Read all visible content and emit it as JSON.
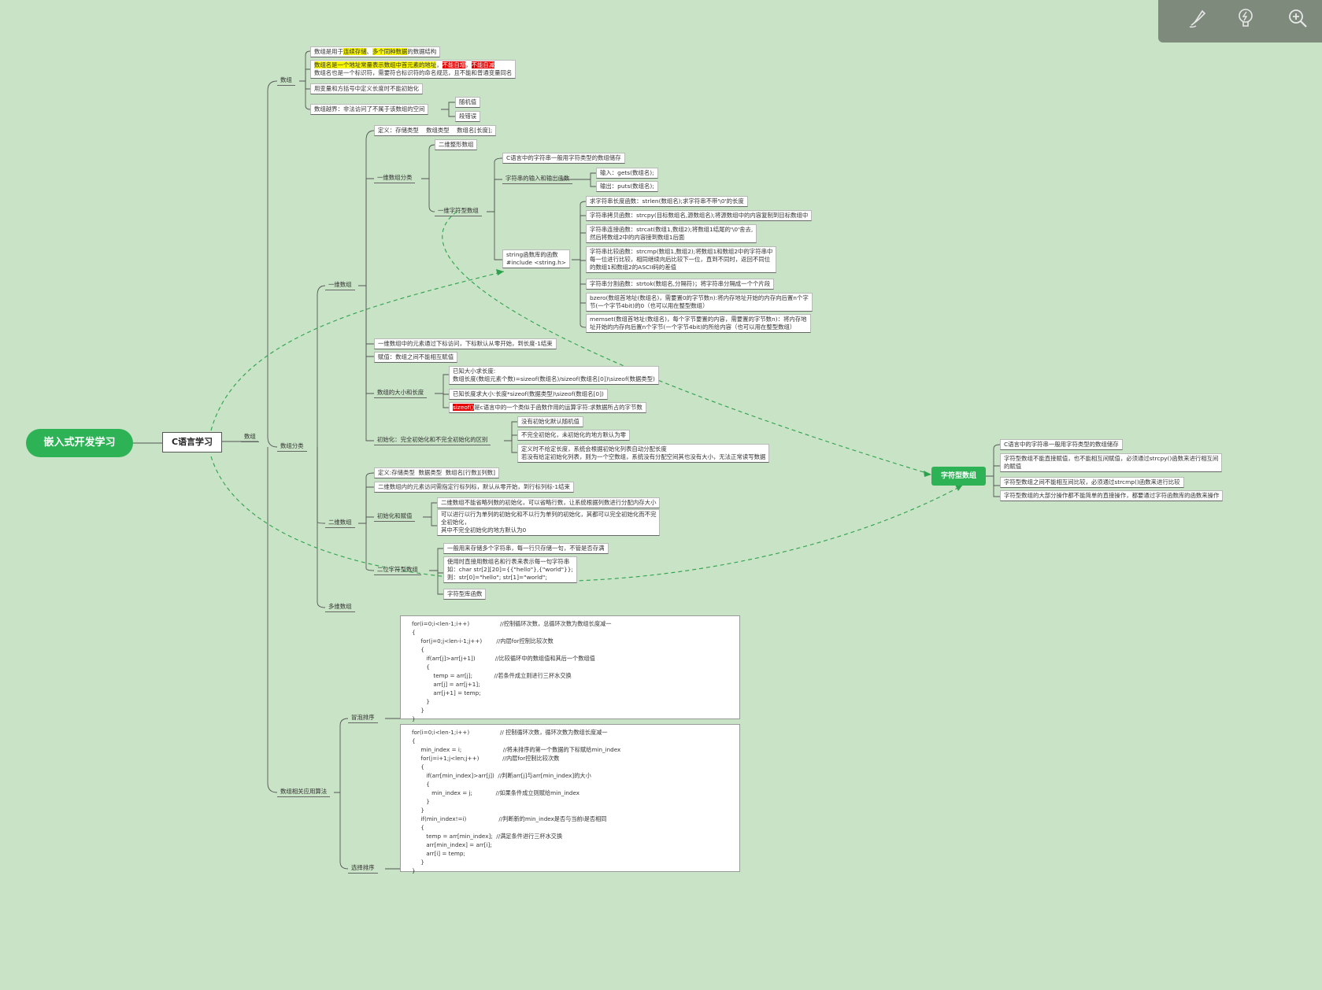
{
  "toolbar": {
    "icons": [
      "brush-icon",
      "lightbulb-icon",
      "zoom-in-icon"
    ]
  },
  "root": {
    "label": "嵌入式开发学习"
  },
  "main_topic": {
    "label": "C语言学习"
  },
  "array_branch": "数组",
  "sec1": {
    "label": "数组",
    "items": {
      "def_pre": "数组是用于",
      "def_h1": "连续存储",
      "def_mid": "、",
      "def_h2": "多个同种数据",
      "def_post": "的数据结构",
      "name_h": "数组名是一个地址常量表示数组中首元素的地址",
      "name_r1": "不能自增",
      "name_r2": "不能自减",
      "name_line2": "数组名也是一个标识符，需要符合标识符的命名规范，且不能和普通变量同名",
      "square": "用变量和方括号中定义长度时不能初始化",
      "oob": "数组越界：非法访问了不属于该数组的空间",
      "oob_1": "随机值",
      "oob_2": "段错误"
    }
  },
  "sec2": {
    "label": "数组分类",
    "one_d": {
      "label": "一维数组",
      "def": "定义：存储类型    数组类型    数组名[长度];",
      "classify": "一维数组分类",
      "int_arr": "二维整形数组",
      "char_arr": "一维字符型数组",
      "c_string": "C语言中的字符串一般用字符类型的数组储存",
      "io": "字符串的输入和输出函数",
      "in": "输入：gets(数组名);",
      "out": "输出：puts(数组名);",
      "strlib": "string函数库的函数\n#include <string.h>",
      "strlen": "求字符串长度函数：strlen(数组名);求字符串不带'\\0'的长度",
      "strcpy": "字符串拷贝函数：strcpy(目标数组名,源数组名);将源数组中的内容复制到目标数组中",
      "strcat": "字符串连接函数：strcat(数组1,数组2);将数组1结尾的'\\0'舍去,\n然后将数组2中的内容接到数组1后面",
      "strcmp": "字符串比较函数：strcmp(数组1,数组2);将数组1和数组2中的字符串中\n每一位进行比较，相同继续向后比较下一位，直到不同时，返回不同位\n的数组1和数组2的ASCII码的差值",
      "strtok": "字符串分割函数：strtok(数组名,分隔符)；将字符串分隔成一个个片段",
      "bzero": "bzero(数组首地址(数组名)，需要置0的字节数n):将内存地址开始的内存向后置n个字\n节(一个字节4bit)的0（也可以用在整型数组）",
      "memset": "memset(数组首地址(数组名)，每个字节要置的内容，需要置的字节数n)：将内存地\n址开始的内存向后置n个字节(一个字节4bit)的所给内容（也可以用在整型数组）",
      "index": "一维数组中的元素通过下标访问，下标默认从零开始，到长度-1结束",
      "assign": "赋值：数组之间不能相互赋值",
      "size": "数组的大小和长度",
      "size_1": "已知大小求长度:\n数组长度(数组元素个数)=sizeof(数组名)/sizeof(数组名[0])\\sizeof(数据类型)",
      "size_2": "已知长度求大小:长度*sizeof(数据类型)\\sizeof(数组名[0])",
      "sizeof_r": "sizeof()",
      "sizeof_rest": "是c语言中的一个类似于函数作用的运算字符:求数据所占的字节数",
      "init": "初始化：完全初始化和不完全初始化的区别",
      "init_1": "没有初始化默认随机值",
      "init_2": "不完全初始化，未初始化的地方默认为零",
      "init_3": "定义时不给定长度，系统会根据初始化列表自动分配长度\n若没有给定初始化列表，则为一个空数组，系统没有分配空间其也没有大小，无法正常读写数据"
    },
    "two_d": {
      "label": "二维数组",
      "def": "定义:存储类型  数据类型  数组名[行数][列数]",
      "index": "二维数组内的元素访问需指定行标列标，默认从零开始，到行标列标-1结束",
      "init": "初始化和赋值",
      "init_1": "二维数组不能省略列数的初始化，可以省略行数，让系统根据列数进行分配内存大小",
      "init_2": "可以进行以行为单列的初始化和不以行为单列的初始化，其都可以完全初始化而不完\n全初始化，\n其中不完全初始化的地方默认为0",
      "char2": "二位字符型数组",
      "char2_1": "一般用来存储多个字符串，每一行只存储一句，不管是否存满",
      "char2_2": "使用时直接用数组名和行表来表示每一句字符串\n如：char str[2][20]={{\"hello\"},{\"world\"}};\n则：str[0]=\"hello\"; str[1]=\"world\";",
      "char2_3": "字符型库函数"
    },
    "multi": "多维数组"
  },
  "sec3": {
    "label": "数组相关应用算法",
    "bubble": "冒泡排序",
    "select": "选择排序",
    "bubble_code": "for(i=0;i<len-1;i++)                 //控制循环次数，总循环次数为数组长度减一\n{\n     for(j=0;j<len-i-1;j++)        //内层for控制比较次数\n     {\n        if(arr[j]>arr[j+1])           //比较循环中的数组值和其后一个数组值\n        {\n            temp = arr[j];            //若条件成立则进行三杯水交换\n            arr[j] = arr[j+1];\n            arr[j+1] = temp;\n        }\n     }\n}",
    "select_code": "for(i=0;i<len-1;i++)                 // 控制循环次数，循环次数为数组长度减一\n{\n     min_index = i;                       //将未排序的第一个数据的下标赋给min_index\n     for(j=i+1;j<len;j++)             //内层for控制比较次数\n     {\n        if(arr[min_index]>arr[j])  //判断arr[j]与arr[min_index]的大小\n        {\n           min_index = j;             //如果条件成立则赋给min_index\n        }\n     }\n     if(min_index!=i)                  //判断新的min_index是否与当前i是否相同\n     {\n        temp = arr[min_index];  //满足条件进行三杯水交换\n        arr[min_index] = arr[i];\n        arr[i] = temp;\n     }\n}"
  },
  "floating": {
    "label": "字符型数组",
    "items": {
      "a": "C语言中的字符串一般用字符类型的数组储存",
      "b": "字符型数组不能直接赋值，也不能相互间赋值，必须通过strcpy()函数来进行相互间\n的赋值",
      "c": "字符型数组之间不能相互间比较，必须通过strcmp()函数来进行比较",
      "d": "字符型数组的大部分操作都不能简单的直接操作，都要通过字符函数库的函数来操作"
    }
  },
  "colors": {
    "background": "#c8e3c5",
    "accent": "#2db355",
    "highlight_yellow": "#f6f500",
    "highlight_red": "#e60000"
  }
}
